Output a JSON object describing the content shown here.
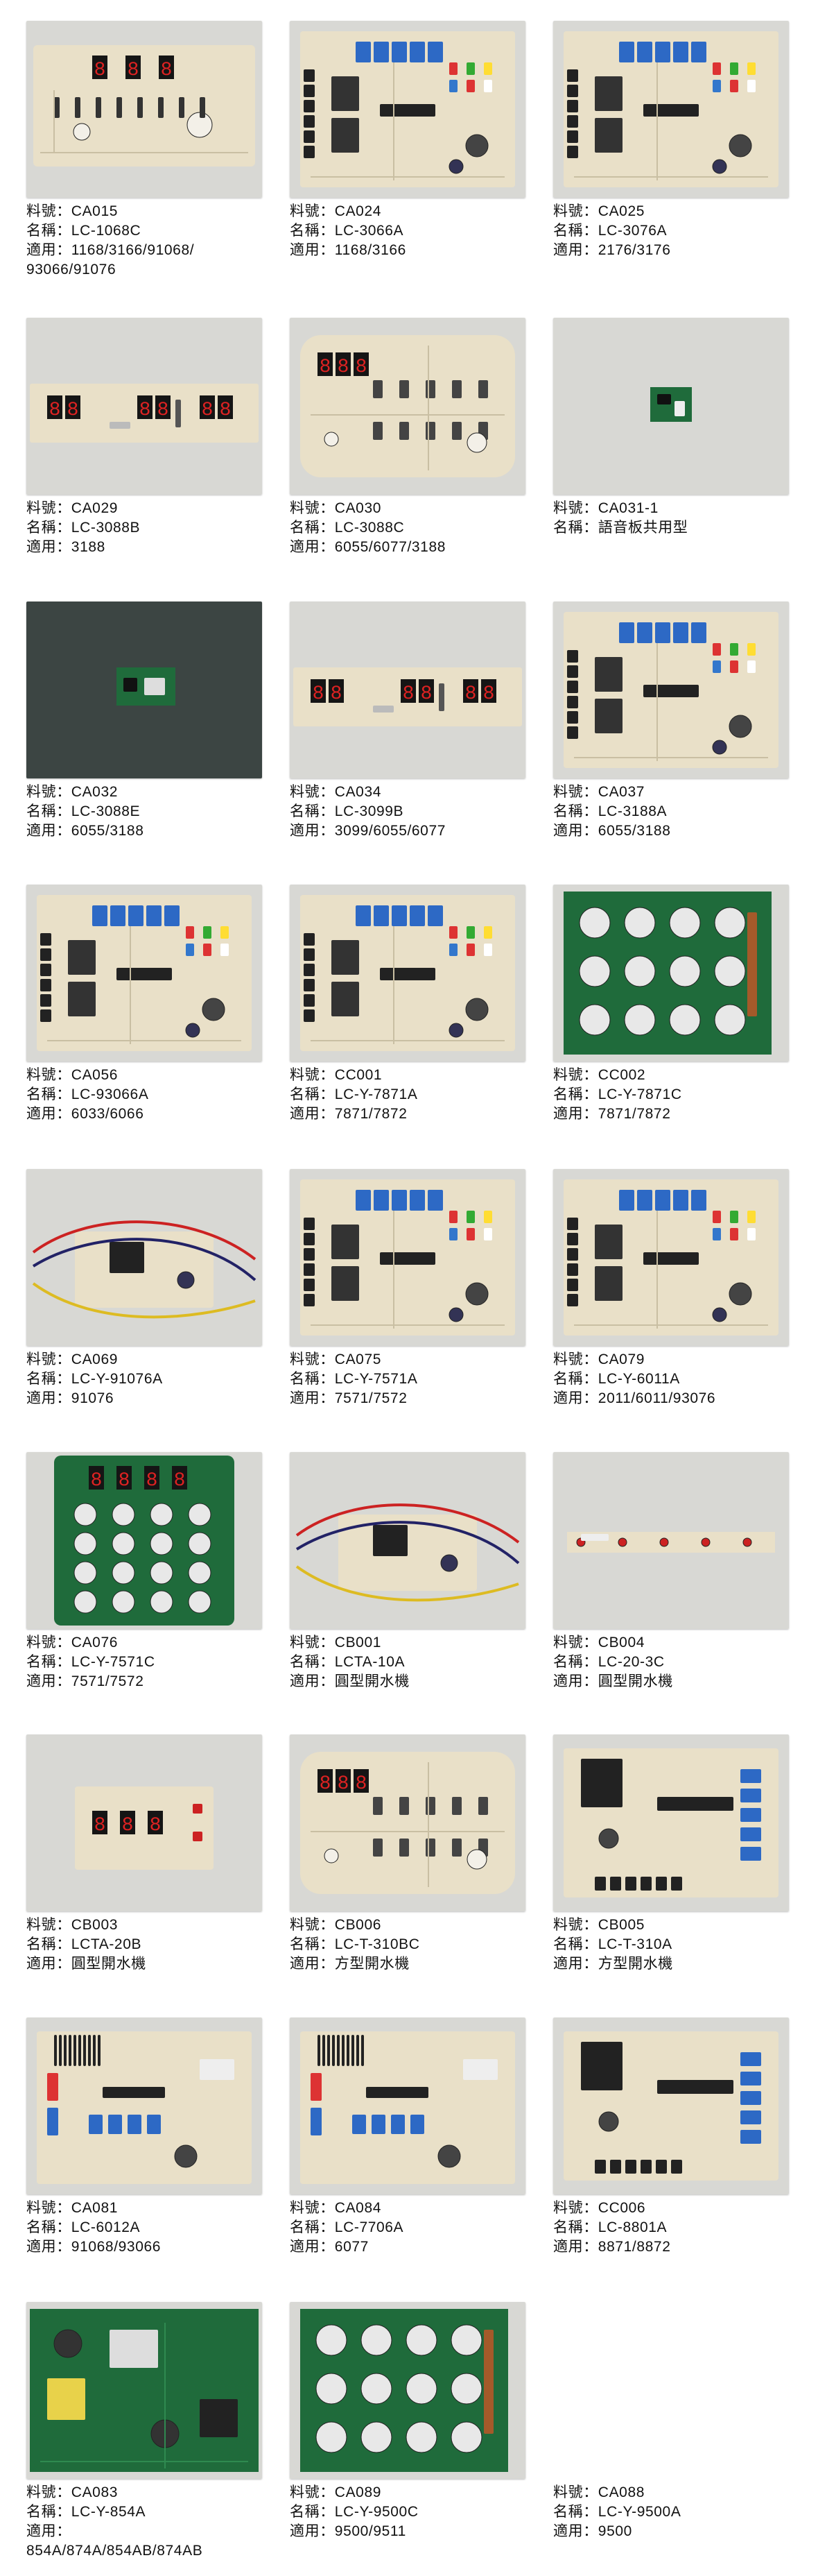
{
  "labels": {
    "part": "料號：",
    "name": "名稱：",
    "apply": "適用："
  },
  "items": [
    {
      "part": "CA015",
      "name": "LC-1068C",
      "apply": [
        "1168/3166/91068/",
        "93066/91076"
      ],
      "board": "display-long",
      "color": "beige"
    },
    {
      "part": "CA024",
      "name": "LC-3066A",
      "apply": [
        "1168/3166"
      ],
      "board": "power-relay",
      "color": "beige"
    },
    {
      "part": "CA025",
      "name": "LC-3076A",
      "apply": [
        "2176/3176"
      ],
      "board": "power-relay",
      "color": "beige"
    },
    {
      "part": "CA029",
      "name": "LC-3088B",
      "apply": [
        "3188"
      ],
      "board": "display-strip",
      "color": "beige"
    },
    {
      "part": "CA030",
      "name": "LC-3088C",
      "apply": [
        "6055/6077/3188"
      ],
      "board": "display-panel",
      "color": "beige"
    },
    {
      "part": "CA031-1",
      "name": "語音板共用型",
      "apply": [],
      "board": "small-module",
      "color": "green"
    },
    {
      "part": "CA032",
      "name": "LC-3088E",
      "apply": [
        "6055/3188"
      ],
      "board": "small-module-dark",
      "color": "green"
    },
    {
      "part": "CA034",
      "name": "LC-3099B",
      "apply": [
        "3099/6055/6077"
      ],
      "board": "display-strip",
      "color": "beige"
    },
    {
      "part": "CA037",
      "name": "LC-3188A",
      "apply": [
        "6055/3188"
      ],
      "board": "power-relay",
      "color": "beige"
    },
    {
      "part": "CA056",
      "name": "LC-93066A",
      "apply": [
        "6033/6066"
      ],
      "board": "power-relay",
      "color": "beige"
    },
    {
      "part": "CC001",
      "name": "LC-Y-7871A",
      "apply": [
        "7871/7872"
      ],
      "board": "power-mixed",
      "color": "beige"
    },
    {
      "part": "CC002",
      "name": "LC-Y-7871C",
      "apply": [
        "7871/7872"
      ],
      "board": "button-panel",
      "color": "green"
    },
    {
      "part": "CA069",
      "name": "LC-Y-91076A",
      "apply": [
        "91076"
      ],
      "board": "wired",
      "color": "beige"
    },
    {
      "part": "CA075",
      "name": "LC-Y-7571A",
      "apply": [
        "7571/7572"
      ],
      "board": "power-mixed",
      "color": "beige"
    },
    {
      "part": "CA079",
      "name": "LC-Y-6011A",
      "apply": [
        "2011/6011/93076"
      ],
      "board": "power-mixed",
      "color": "beige"
    },
    {
      "part": "CA076",
      "name": "LC-Y-7571C",
      "apply": [
        "7571/7572"
      ],
      "board": "keypad",
      "color": "green"
    },
    {
      "part": "CB001",
      "name": "LCTA-10A",
      "apply": [
        "圓型開水機"
      ],
      "board": "wired",
      "color": "beige"
    },
    {
      "part": "CB004",
      "name": "LC-20-3C",
      "apply": [
        "圓型開水機"
      ],
      "board": "thin-strip",
      "color": "beige"
    },
    {
      "part": "CB003",
      "name": "LCTA-20B",
      "apply": [
        "圓型開水機"
      ],
      "board": "display-small",
      "color": "beige"
    },
    {
      "part": "CB006",
      "name": "LC-T-310BC",
      "apply": [
        "方型開水機"
      ],
      "board": "display-panel",
      "color": "beige"
    },
    {
      "part": "CB005",
      "name": "LC-T-310A",
      "apply": [
        "方型開水機"
      ],
      "board": "power-transformer",
      "color": "beige"
    },
    {
      "part": "CA081",
      "name": "LC-6012A",
      "apply": [
        "91068/93066"
      ],
      "board": "power-heatsink",
      "color": "beige"
    },
    {
      "part": "CA084",
      "name": "LC-7706A",
      "apply": [
        "6077"
      ],
      "board": "power-heatsink",
      "color": "beige"
    },
    {
      "part": "CC006",
      "name": "LC-8801A",
      "apply": [
        "8871/8872"
      ],
      "board": "power-transformer",
      "color": "beige"
    },
    {
      "part": "CA083",
      "name": "LC-Y-854A",
      "apply": [
        "",
        "854A/874A/854AB/874AB"
      ],
      "board": "green-power",
      "color": "green"
    },
    {
      "part": "CA089",
      "name": "LC-Y-9500C",
      "apply": [
        "9500/9511"
      ],
      "board": "button-panel-tall",
      "color": "green"
    },
    {
      "part": "CA088",
      "name": "LC-Y-9500A",
      "apply": [
        "9500"
      ],
      "board": "none",
      "color": "none"
    }
  ]
}
